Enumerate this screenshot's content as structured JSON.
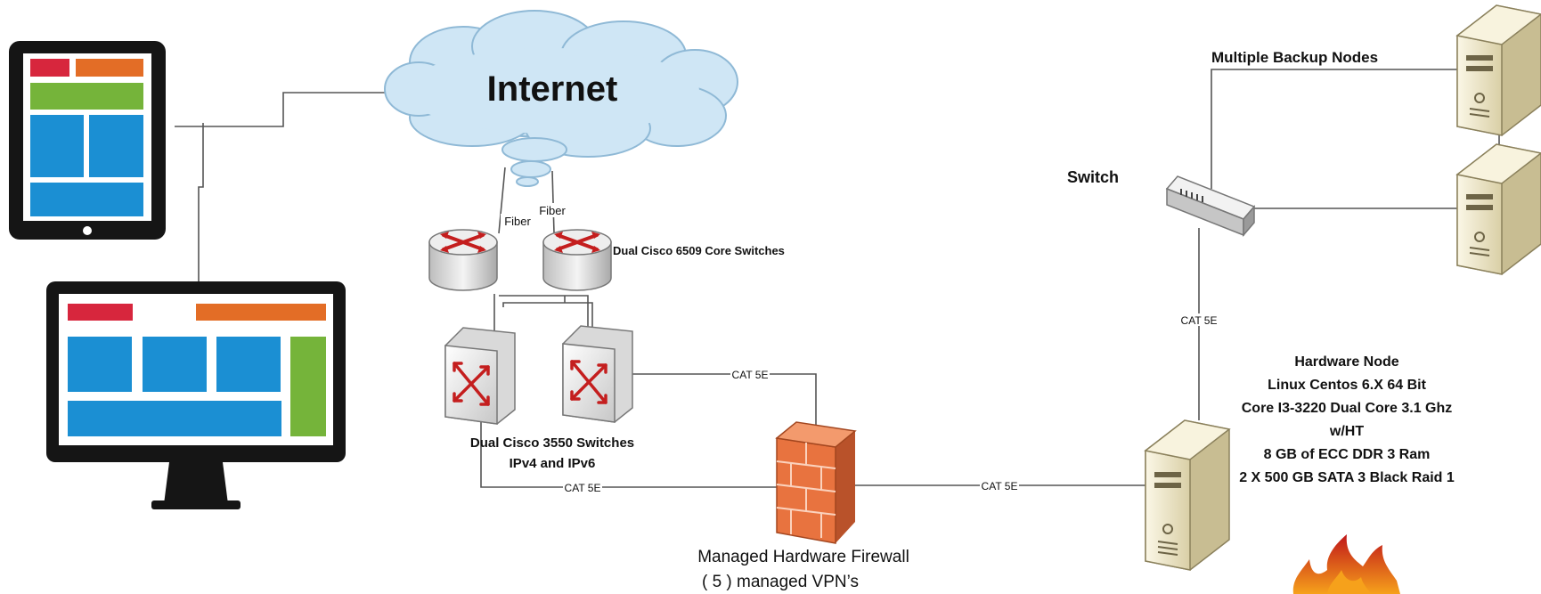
{
  "cloud": {
    "label": "Internet"
  },
  "uplinks": {
    "fiber_left": "Fiber",
    "fiber_right": "Fiber"
  },
  "core": {
    "label": "Dual Cisco 6509 Core Switches"
  },
  "access": {
    "line1": "Dual Cisco 3550 Switches",
    "line2": "IPv4 and IPv6"
  },
  "cables": {
    "cat5e_firewall_top": "CAT 5E",
    "cat5e_firewall_left": "CAT 5E",
    "cat5e_firewall_node": "CAT 5E",
    "cat5e_switch_node": "CAT 5E"
  },
  "firewall": {
    "line1": "Managed Hardware Firewall",
    "line2": "( 5 ) managed VPN’s"
  },
  "switch": {
    "label": "Switch"
  },
  "backup": {
    "label": "Multiple Backup Nodes"
  },
  "node": {
    "lines": [
      "Hardware Node",
      "Linux Centos 6.X 64 Bit",
      "Core I3-3220 Dual Core 3.1 Ghz",
      "w/HT",
      "8 GB of ECC DDR 3 Ram",
      "2 X 500 GB SATA 3 Black Raid 1"
    ]
  },
  "colors": {
    "cloud_fill": "#cfe6f5",
    "cloud_stroke": "#8fb9d6",
    "tile_blue": "#1b8fd3",
    "tile_red": "#d7263d",
    "tile_orange": "#e36d26",
    "tile_green": "#75b43a",
    "firewall": "#e8733f",
    "server_body": "#efe7c8",
    "flame": "#c0161a"
  }
}
